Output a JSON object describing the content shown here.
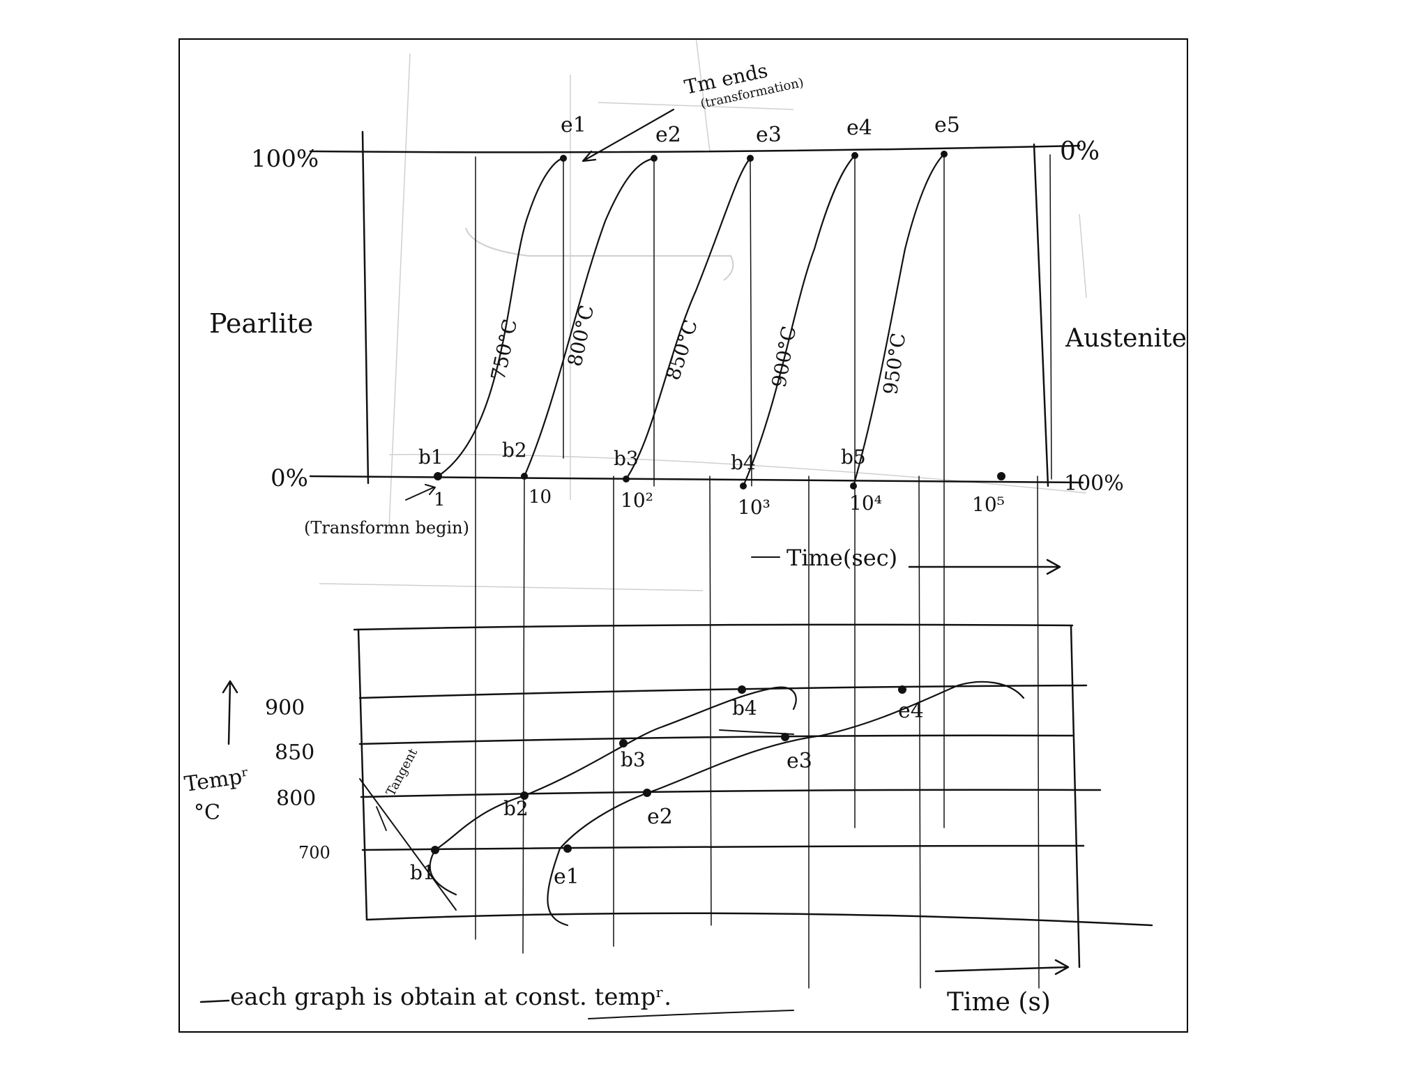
{
  "top_graph": {
    "y_axis_left_top": "100%",
    "y_axis_left_bottom": "0%",
    "y_axis_right_top": "0%",
    "y_axis_right_bottom": "100%",
    "left_phase": "Pearlite",
    "right_phase": "Austenite",
    "x_ticks": [
      "1",
      "10",
      "10²",
      "10³",
      "10⁴",
      "10⁵"
    ],
    "x_label": "Time(sec)",
    "begin_note": "(Transformn begin)",
    "end_note_line1": "Tm ends",
    "end_note_line2": "(transformation)",
    "curves": [
      {
        "begin": "b1",
        "end": "e1",
        "temp": "750°C"
      },
      {
        "begin": "b2",
        "end": "e2",
        "temp": "800°C"
      },
      {
        "begin": "b3",
        "end": "e3",
        "temp": "850°C"
      },
      {
        "begin": "b4",
        "end": "e4",
        "temp": "900°C"
      },
      {
        "begin": "b5",
        "end": "e5",
        "temp": "950°C"
      }
    ]
  },
  "bottom_graph": {
    "y_ticks": [
      "900",
      "850",
      "800",
      "700"
    ],
    "y_label_line1": "Tempʳ",
    "y_label_line2": "°C",
    "tangent_label": "Tangent",
    "x_label": "Time (s)",
    "begin_points": [
      "b1",
      "b2",
      "b3",
      "b4"
    ],
    "end_points": [
      "e1",
      "e2",
      "e3",
      "e4"
    ]
  },
  "footnote": "each graph is obtain at const. tempʳ."
}
